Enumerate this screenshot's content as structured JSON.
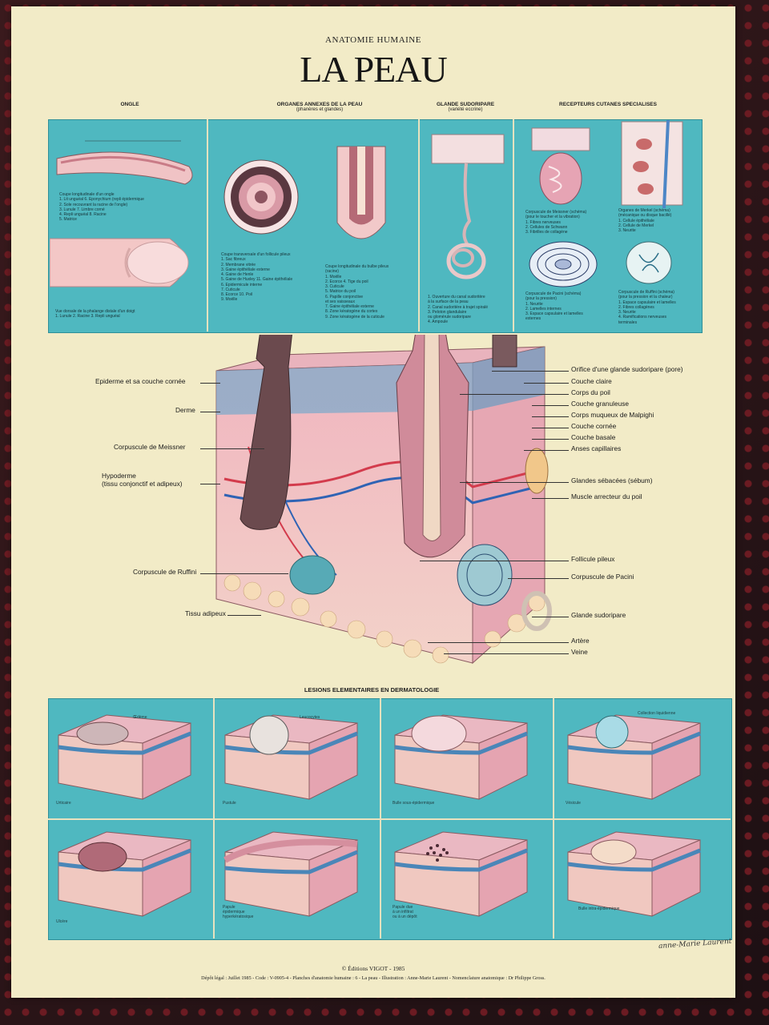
{
  "header": {
    "subtitle": "ANATOMIE HUMAINE",
    "title": "LA PEAU"
  },
  "sections": {
    "ongle": "ONGLE",
    "organes": "ORGANES ANNEXES DE LA PEAU",
    "organes_sub": "(phanères et glandes)",
    "glande": "GLANDE SUDORIPARE",
    "glande_sub": "(variété eccrine)",
    "recepteurs": "RECEPTEURS CUTANES SPECIALISES",
    "lesions": "LESIONS ELEMENTAIRES EN DERMATOLOGIE"
  },
  "captions": {
    "ongle_long": "Coupe longitudinale d'un ongle\n1. Lit unguéal       6. Eponychium (repli épidermique\n2. Sole                  recouvrant la racine de l'ongle)\n3. Lunule              7. Limbre corné\n4. Repli unguéal     8. Racine\n5. Matrice",
    "ongle_dorsal": "Vue dorsale de la phalange distale d'un doigt\n1. Lunule        2. Racine        3. Repli unguéal",
    "follicule_trans": "Coupe transversale d'un follicule pileux\n1. Sac fibreux\n2. Membrane vitrée\n3. Gaine épithéliale externe\n4. Gaine de Henle\n5. Gaine de Huxley    11. Gaine épithéliale\n6. Epidermicule            interne\n7. Cuticule\n8. Ecorce             10. Poil\n9. Moëlle",
    "bulbe_long": "Coupe longitudinale du bulbe pileux\n(racine)\n1. Moëlle\n2. Ecorce          4. Tige du poil\n3. Cuticule\n5. Matrice du poil\n6. Papille conjonctive\n    et ses vaisseaux\n7. Gaine épithéliale externe\n8. Zone kératogène du cortex\n9. Zone kératogène de la cuticule",
    "glande": "1. Ouverture du canal sudoritère\n    à la surface de la peau\n2. Canal sudoritère à trajet spiralé\n3. Peloton glandulaire\n    ou glomérule sudoripare\n4. Ampoule",
    "meissner": "Corpuscule de Meissner (schéma)\n(pour le toucher et la vibration)\n1. Fibres nerveuses\n2. Cellules de Schwann\n3. Fibrilles de collagène",
    "merkel": "Organes de Merkel (schéma)\n(mécanique ou disque bacillé)\n1. Cellule épithéliale\n2. Cellule de Merkel\n3. Neurite",
    "pacini": "Corpuscule de Pacini (schéma)\n(pour la pression)\n1. Neurite\n2. Lamelles internes\n3. Espace capsulaire et lamelles\n    externes",
    "ruffini": "Corpuscule de Ruffini (schéma)\n(pour la pression et la chaleur)\n1. Espace capsulaire et lamelles\n2. Fibres collagènes\n3. Neurite\n4. Ramifications nerveuses\n    terminales"
  },
  "labels_left": [
    "Epiderme et sa couche cornée",
    "Derme",
    "Corpuscule de Meissner",
    "Hypoderme\n(tissu conjonctif et adipeux)",
    "Corpuscule de Ruffini",
    "Tissu adipeux"
  ],
  "labels_right": [
    "Orifice d'une glande sudoripare (pore)",
    "Couche claire",
    "Corps du poil",
    "Couche granuleuse",
    "Corps muqueux de Malpighi",
    "Couche cornée",
    "Couche basale",
    "Anses capillaires",
    "Glandes sébacées (sébum)",
    "Muscle arrecteur du poil",
    "Follicule pileux",
    "Corpuscule de Pacini",
    "Glande sudoripare",
    "Artère",
    "Veine"
  ],
  "lesions_top": [
    {
      "name": "Urticaire",
      "tag": "Œdème"
    },
    {
      "name": "Pustule",
      "tag": "Leucocytes"
    },
    {
      "name": "Bulle sous-épidermique",
      "tag": ""
    },
    {
      "name": "Vésicule",
      "tag": "Collection liquidienne"
    }
  ],
  "lesions_bottom": [
    {
      "name": "Ulcère"
    },
    {
      "name": "Papule\népidermique\nhyperkératosique"
    },
    {
      "name": "Papule due\nà un infiltrat\nou à un dépôt"
    },
    {
      "name": "Bulle intra-épidermique"
    }
  ],
  "footer": {
    "publisher": "© Éditions VIGOT - 1985",
    "legal": "Dépôt légal : Juillet 1985 - Code : V-0905-4 - Planches d'anatomie humaine : 6 - La peau - Illustration : Anne-Marie Laurent - Nomenclature anatomique : Dr Philippe Gross."
  },
  "signature": "anne-Marie Laurent",
  "colors": {
    "teal": "#4fb8c0",
    "skin_pink": "#e7a2ad",
    "paper": "#f2ebc7"
  }
}
